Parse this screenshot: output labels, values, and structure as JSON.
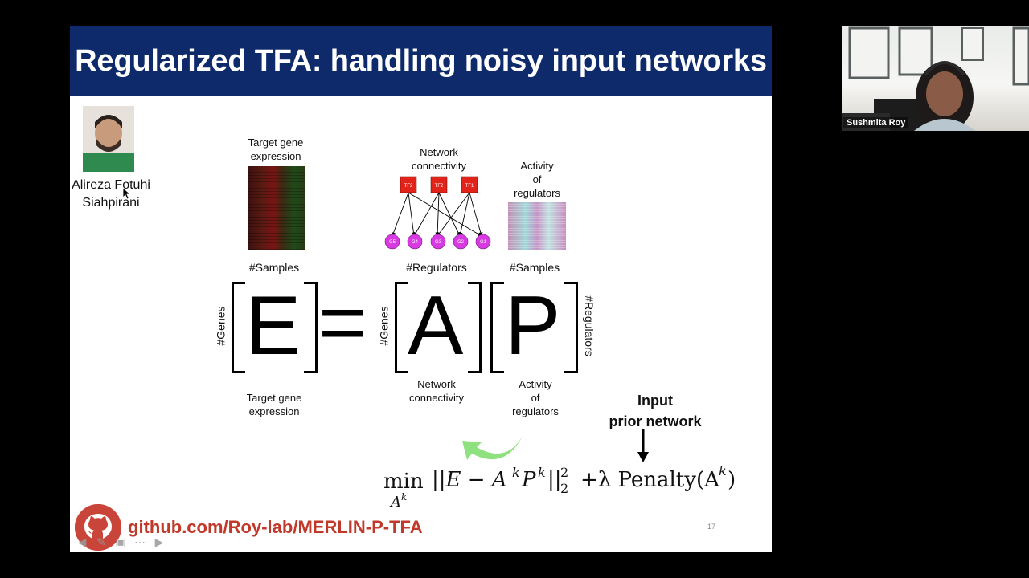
{
  "slide": {
    "title": "Regularized TFA: handling noisy input networks",
    "person_name_line1": "Alireza Fotuhi",
    "person_name_line2": "Siahpirani",
    "target_gene_expression_top_line1": "Target gene",
    "target_gene_expression_top_line2": "expression",
    "network_connectivity_top_line1": "Network",
    "network_connectivity_top_line2": "connectivity",
    "activity_top_line1": "Activity",
    "activity_top_line2": "of",
    "activity_top_line3": "regulators",
    "tf_nodes": [
      "TF2",
      "TF2",
      "TF1"
    ],
    "gene_nodes": [
      "G5",
      "G4",
      "G3",
      "G2",
      "G1"
    ],
    "samples_label_left": "#Samples",
    "regulators_label_top": "#Regulators",
    "samples_label_right": "#Samples",
    "genes_label_left": "#Genes",
    "genes_label_mid": "#Genes",
    "regulators_label_right": "#Regulators",
    "matrix_e": "E",
    "equals": "=",
    "matrix_a": "A",
    "matrix_p": "P",
    "target_gene_expression_bottom_line1": "Target gene",
    "target_gene_expression_bottom_line2": "expression",
    "network_connectivity_bottom_line1": "Network",
    "network_connectivity_bottom_line2": "connectivity",
    "activity_bottom_line1": "Activity",
    "activity_bottom_line2": "of",
    "activity_bottom_line3": "regulators",
    "input_prior_line1": "Input",
    "input_prior_line2": "prior network",
    "formula_min": "min",
    "formula_sub": "A",
    "formula_sub_sup": "k",
    "formula_body": "||E − A",
    "formula_k1": "k",
    "formula_p": "P",
    "formula_k2": "k",
    "formula_norm": "||",
    "formula_sup2": "2",
    "formula_sub2": "2",
    "formula_penalty": "+λ Penalty(A",
    "formula_k3": "k",
    "formula_close": ")",
    "github_link": "github.com/Roy-lab/MERLIN-P-TFA",
    "page_number": "17"
  },
  "participant": {
    "name": "Sushmita Roy"
  },
  "colors": {
    "title_bar": "#0e2a6b",
    "tf_node": "#e2231a",
    "gene_node": "#d63ae0",
    "github_text": "#c0392b",
    "green_arrow": "#8fe07e"
  }
}
